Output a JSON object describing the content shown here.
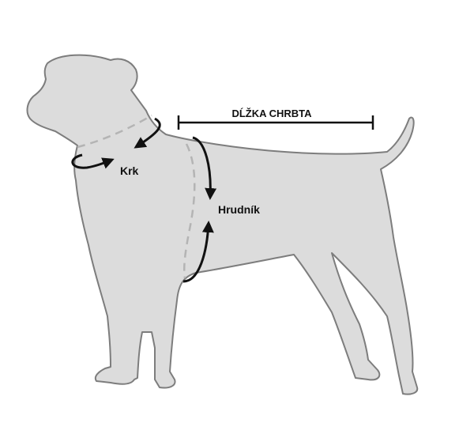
{
  "diagram": {
    "subject_icon": "dog-silhouette-icon",
    "colors": {
      "body_fill": "#dcdcdc",
      "body_outline": "#7d7d7d",
      "seam_dash": "#b4b4b4",
      "arrow": "#111111",
      "background": "#ffffff"
    },
    "labels": {
      "back_length": "DĹŽKA CHRBTA",
      "neck": "Krk",
      "chest": "Hrudník"
    }
  }
}
